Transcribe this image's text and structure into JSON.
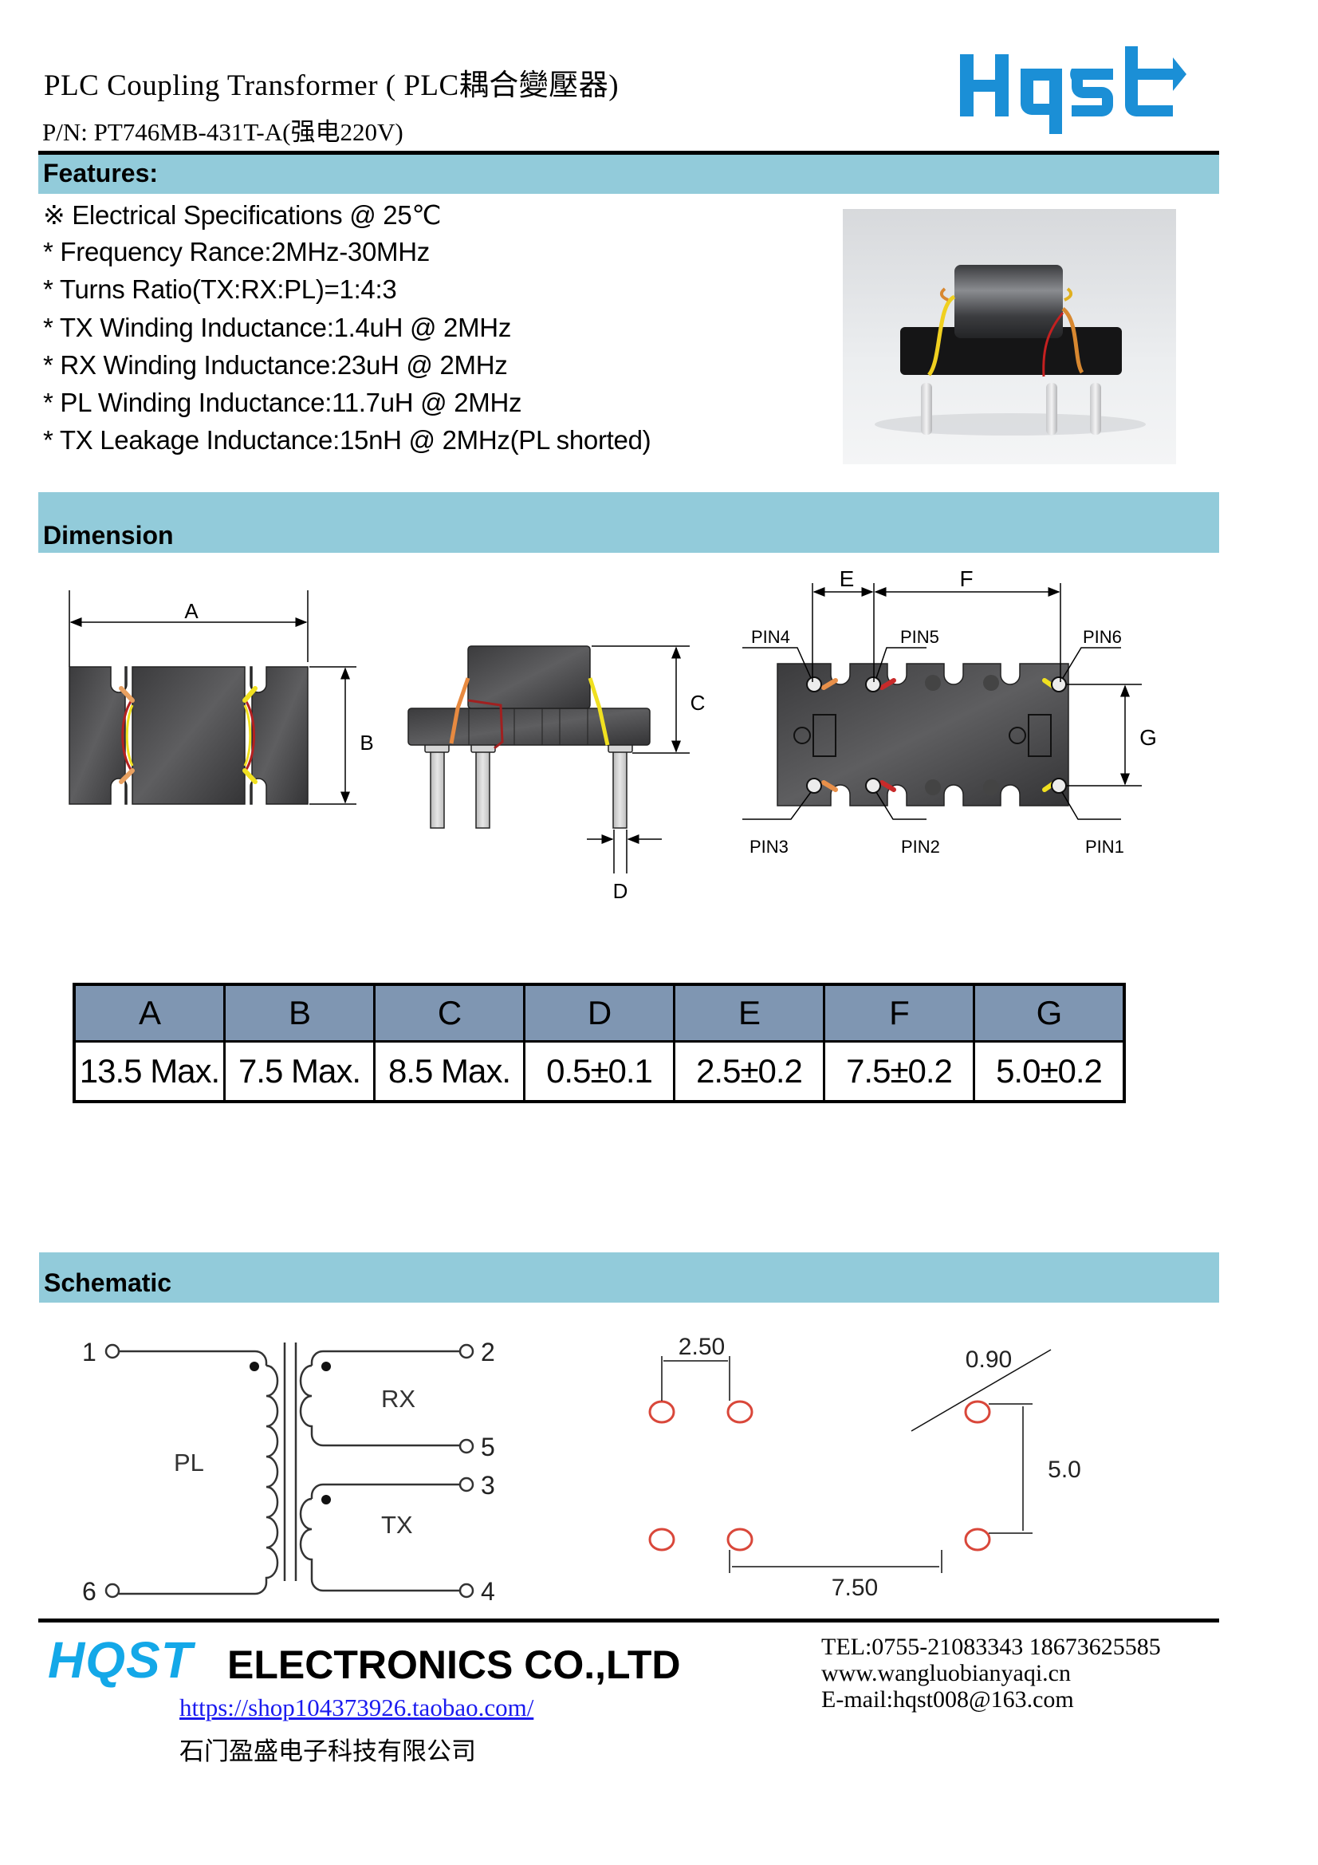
{
  "header": {
    "title": "PLC Coupling Transformer  ( PLC耦合變壓器)",
    "part_number": "P/N: PT746MB-431T-A(强电220V)",
    "logo_text": "Hqst",
    "logo_color": "#1B8FD6"
  },
  "sections": {
    "features": "Features:",
    "dimension": "Dimension",
    "schematic": "Schematic"
  },
  "features": [
    "※ Electrical Specifications @ 25℃",
    "* Frequency Rance:2MHz-30MHz",
    "* Turns Ratio(TX:RX:PL)=1:4:3",
    "* TX Winding Inductance:1.4uH @ 2MHz",
    "* RX Winding Inductance:23uH @ 2MHz",
    "* PL Winding Inductance:11.7uH @ 2MHz",
    "* TX Leakage Inductance:15nH @ 2MHz(PL shorted)"
  ],
  "photo": {
    "alt": "transformer-product-photo"
  },
  "dimension_drawing": {
    "labels": {
      "A": "A",
      "B": "B",
      "C": "C",
      "D": "D",
      "E": "E",
      "F": "F",
      "G": "G"
    },
    "pins": {
      "pin1": "PIN1",
      "pin2": "PIN2",
      "pin3": "PIN3",
      "pin4": "PIN4",
      "pin5": "PIN5",
      "pin6": "PIN6"
    }
  },
  "dimension_table": {
    "headers": [
      "A",
      "B",
      "C",
      "D",
      "E",
      "F",
      "G"
    ],
    "values": [
      "13.5 Max.",
      "7.5 Max.",
      "8.5 Max.",
      "0.5±0.1",
      "2.5±0.2",
      "7.5±0.2",
      "5.0±0.2"
    ]
  },
  "schematic": {
    "windings": {
      "pl": "PL",
      "rx": "RX",
      "tx": "TX"
    },
    "pins": {
      "p1": "1",
      "p2": "2",
      "p3": "3",
      "p4": "4",
      "p5": "5",
      "p6": "6"
    },
    "footprint": {
      "pitch_label": "2.50",
      "hole_label": "0.90",
      "row_spacing_label": "5.0",
      "span_label": "7.50",
      "hole_color": "#D9473A"
    }
  },
  "footer": {
    "brand": "HQST",
    "company": "ELECTRONICS CO.,LTD",
    "link": "https://shop104373926.taobao.com/",
    "company_cn": "石门盈盛电子科技有限公司",
    "tel": "TEL:0755-21083343 18673625585",
    "web": "www.wangluobianyaqi.cn",
    "email": "E-mail:hqst008@163.com",
    "brand_color": "#14A8E8"
  }
}
